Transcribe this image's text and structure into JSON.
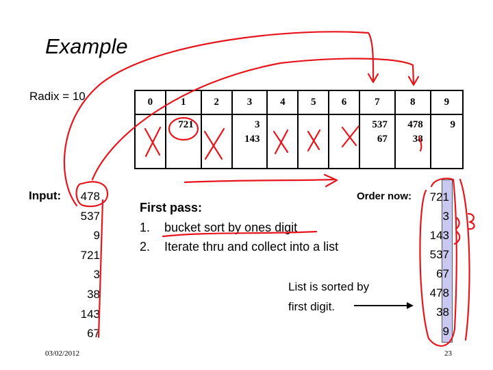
{
  "slide": {
    "title": "Example",
    "radix": "Radix = 10",
    "date": "03/02/2012",
    "page": "23"
  },
  "buckets": {
    "headers": [
      "0",
      "1",
      "2",
      "3",
      "4",
      "5",
      "6",
      "7",
      "8",
      "9"
    ],
    "contents": [
      [],
      [
        "721"
      ],
      [],
      [
        "3",
        "143"
      ],
      [],
      [],
      [],
      [
        "537",
        "67"
      ],
      [
        "478",
        "38"
      ],
      [
        "9"
      ]
    ]
  },
  "input": {
    "label": "Input:",
    "values": [
      "478",
      "537",
      "9",
      "721",
      "3",
      "38",
      "143",
      "67"
    ]
  },
  "first_pass": {
    "heading": "First pass:",
    "step1_num": "1.",
    "step1": "bucket sort by ones digit",
    "step2_num": "2.",
    "step2": "Iterate thru and collect into a list"
  },
  "order": {
    "label": "Order now:",
    "values": [
      "721",
      "3",
      "143",
      "537",
      "67",
      "478",
      "38",
      "9"
    ]
  },
  "note": {
    "line1": "List is sorted by",
    "line2": "first digit."
  },
  "ink_color": "#e8141c"
}
